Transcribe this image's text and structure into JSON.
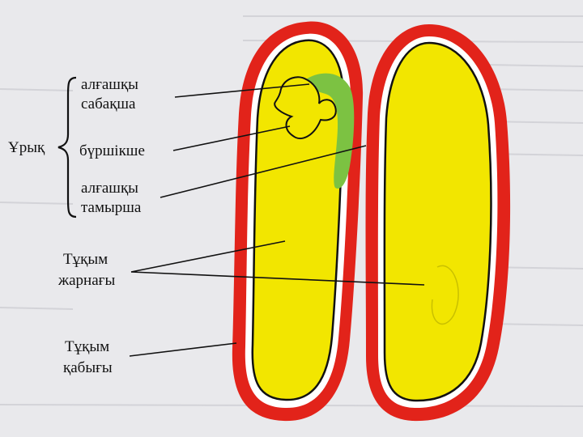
{
  "diagram": {
    "embryo_group": "Ұрық",
    "labels": {
      "cotyledon_stem_1": "алғашқы",
      "cotyledon_stem_2": "сабақша",
      "bud": "бүршікше",
      "root_1": "алғашқы",
      "root_2": "тамырша",
      "cotyledon_1": "Тұқым",
      "cotyledon_2": "жарнағы",
      "seed_coat_1": "Тұқым",
      "seed_coat_2": "қабығы"
    },
    "colors": {
      "seed_coat": "#e2231a",
      "cotyledon": "#f2e600",
      "embryo_green": "#7cc242",
      "background": "#e9e9ec"
    }
  }
}
